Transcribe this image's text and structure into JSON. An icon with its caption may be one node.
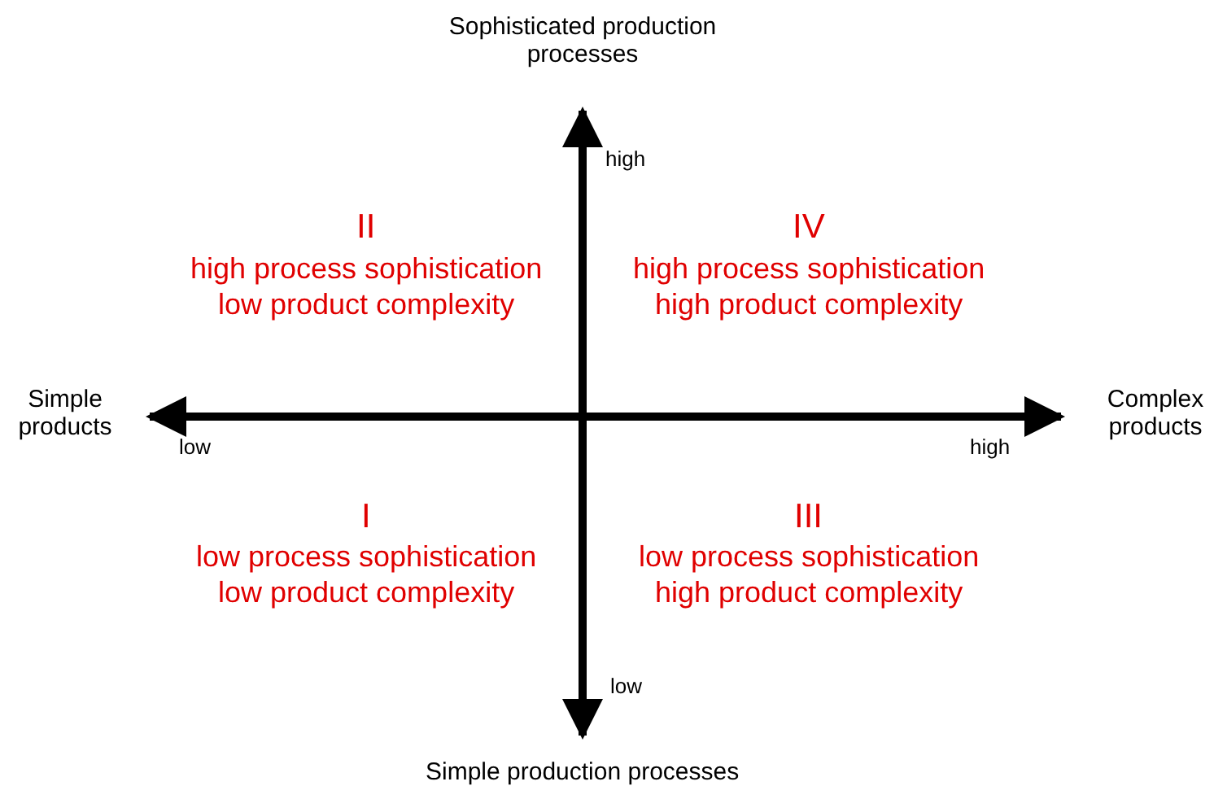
{
  "diagram": {
    "labels": [
      "Sophisticated production processes",
      "high",
      "II",
      "high process sophistication",
      "low product complexity",
      "IV",
      "high process sophistication",
      "high product complexity",
      "Simple products",
      "Complex products",
      "low",
      "high",
      "I",
      "low process sophistication",
      "low product complexity",
      "III",
      "low process sophistication",
      "high product complexity",
      "low",
      "Simple production processes"
    ]
  }
}
